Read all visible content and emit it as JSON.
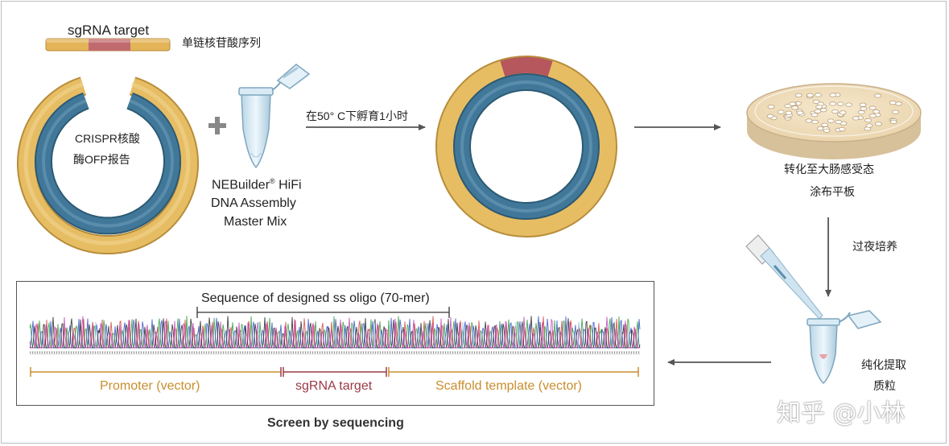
{
  "colors": {
    "gold": "#e3b458",
    "blue": "#3b6f8c",
    "red": "#b5575d",
    "arrow": "#555555",
    "promoter": "#c98e2e",
    "sgrna_region": "#9a3a46"
  },
  "sgrna_bar": {
    "label": "sgRNA target",
    "annotation": "单链核苷酸序列"
  },
  "plasmid": {
    "label_line1": "CRISPR核酸",
    "label_line2": "酶OFP报告"
  },
  "plus_sign": "+",
  "reagent": {
    "line1": "NEBuilder",
    "registered": "®",
    "line1_suffix": " HiFi",
    "line2": "DNA Assembly",
    "line3": "Master Mix"
  },
  "step_incubate": "在50° C下孵育1小时",
  "step_plate": {
    "line1": "转化至大肠感受态",
    "line2": "涂布平板"
  },
  "step_culture": "过夜培养",
  "step_extract": {
    "line1": "纯化提取",
    "line2": "质粒"
  },
  "sequence_panel": {
    "oligo_label": "Sequence of designed ss oligo (70-mer)",
    "regions": [
      {
        "label": "Promoter (vector)",
        "color": "#c98e2e"
      },
      {
        "label": "sgRNA target",
        "color": "#9a3a46"
      },
      {
        "label": "Scaffold template (vector)",
        "color": "#c98e2e"
      }
    ],
    "caption": "Screen by sequencing"
  },
  "watermark": "知乎 @小林"
}
